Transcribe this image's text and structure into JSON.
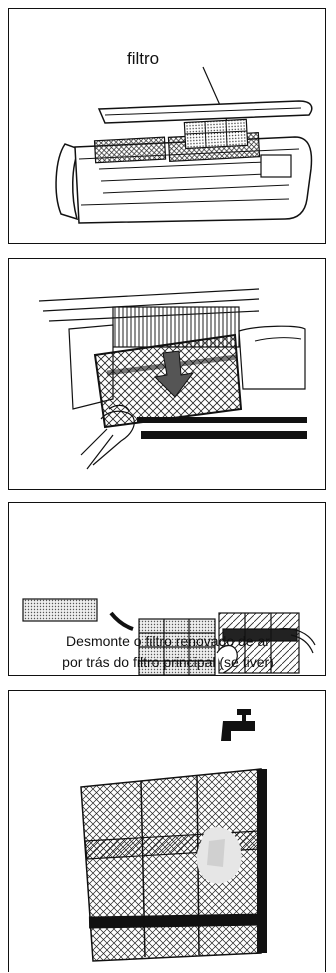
{
  "panels": [
    {
      "label": "filtro"
    },
    {},
    {
      "caption_line1": "Desmonte o filtro renovado de ar",
      "caption_line2": "por trás do filtro principal (se tiver)"
    },
    {}
  ]
}
